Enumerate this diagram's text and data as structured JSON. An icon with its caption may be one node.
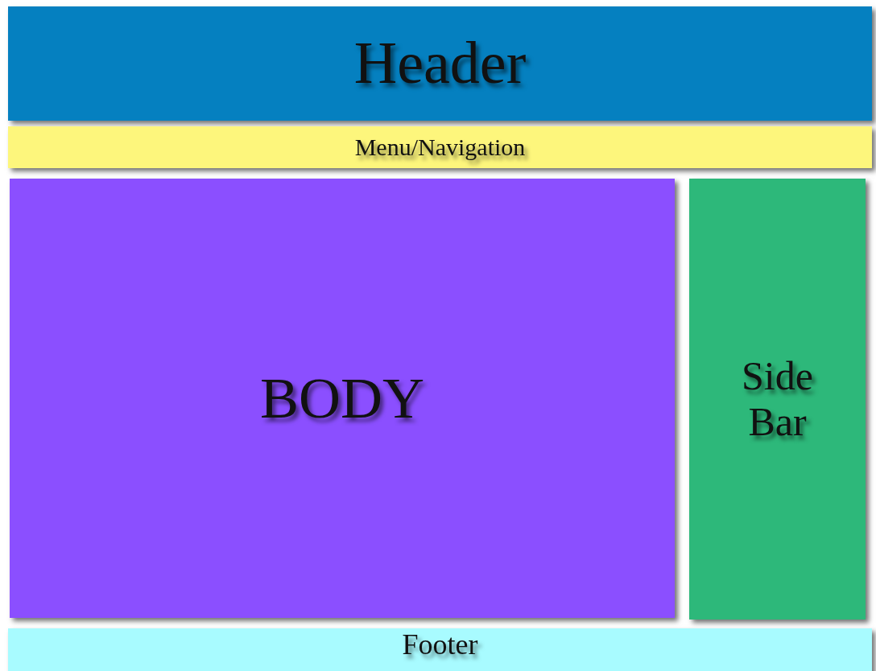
{
  "diagram": {
    "nodes": [
      {
        "text": [
          "Header"
        ]
      },
      {
        "text": [
          "Menu/Navigation"
        ]
      },
      {
        "text": [
          "BODY"
        ]
      },
      {
        "text": [
          "Side Bar"
        ]
      },
      {
        "text": [
          "Footer"
        ]
      }
    ]
  }
}
